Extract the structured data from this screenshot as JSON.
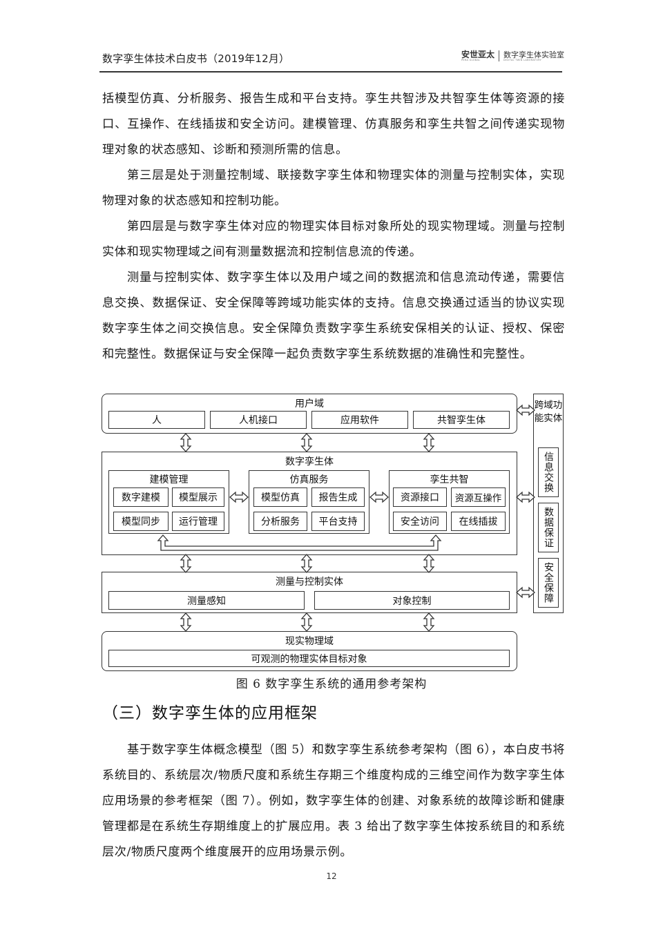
{
  "header": {
    "doc_title": "数字孪生体技术白皮书（2019年12月）",
    "logo_main": "安世亚太",
    "logo_main_sub": "PERA GLOBAL",
    "logo_lab": "数字孪生体实验室",
    "logo_lab_sub": "DIGITAL TWIN LABORATORY"
  },
  "paragraphs": [
    "括模型仿真、分析服务、报告生成和平台支持。孪生共智涉及共智孪生体等资源的接口、互操作、在线插拔和安全访问。建模管理、仿真服务和孪生共智之间传递实现物理对象的状态感知、诊断和预测所需的信息。",
    "第三层是处于测量控制域、联接数字孪生体和物理实体的测量与控制实体，实现物理对象的状态感知和控制功能。",
    "第四层是与数字孪生体对应的物理实体目标对象所处的现实物理域。测量与控制实体和现实物理域之间有测量数据流和控制信息流的传递。",
    "测量与控制实体、数字孪生体以及用户域之间的数据流和信息流动传递，需要信息交换、数据保证、安全保障等跨域功能实体的支持。信息交换通过适当的协议实现数字孪生体之间交换信息。安全保障负责数字孪生系统安保相关的认证、授权、保密和完整性。数据保证与安全保障一起负责数字孪生系统数据的准确性和完整性。"
  ],
  "diagram": {
    "user_domain": {
      "title": "用户域",
      "items": [
        "人",
        "人机接口",
        "应用软件",
        "共智孪生体"
      ]
    },
    "digital_twin": {
      "title": "数字孪生体",
      "groups": [
        {
          "title": "建模管理",
          "items": [
            "数字建模",
            "模型展示",
            "模型同步",
            "运行管理"
          ]
        },
        {
          "title": "仿真服务",
          "items": [
            "模型仿真",
            "报告生成",
            "分析服务",
            "平台支持"
          ]
        },
        {
          "title": "孪生共智",
          "items": [
            "资源接口",
            "资源互操作",
            "安全访问",
            "在线插拔"
          ]
        }
      ]
    },
    "measure_control": {
      "title": "测量与控制实体",
      "items": [
        "测量感知",
        "对象控制"
      ]
    },
    "physical_domain": {
      "title": "现实物理域",
      "items": [
        "可观测的物理实体目标对象"
      ]
    },
    "cross_domain": {
      "title": "跨域功能实体",
      "items": [
        "信息交换",
        "数据保证",
        "安全保障"
      ]
    }
  },
  "figure_caption": "图 6  数字孪生系统的通用参考架构",
  "section": {
    "heading": "（三）数字孪生体的应用框架",
    "paragraphs": [
      "基于数字孪生体概念模型（图 5）和数字孪生系统参考架构（图 6），本白皮书将系统目的、系统层次/物质尺度和系统生存期三个维度构成的三维空间作为数字孪生体应用场景的参考框架（图 7）。例如，数字孪生体的创建、对象系统的故障诊断和健康管理都是在系统生存期维度上的扩展应用。表 3 给出了数字孪生体按系统目的和系统层次/物质尺度两个维度展开的应用场景示例。"
    ]
  },
  "page_number": "12"
}
